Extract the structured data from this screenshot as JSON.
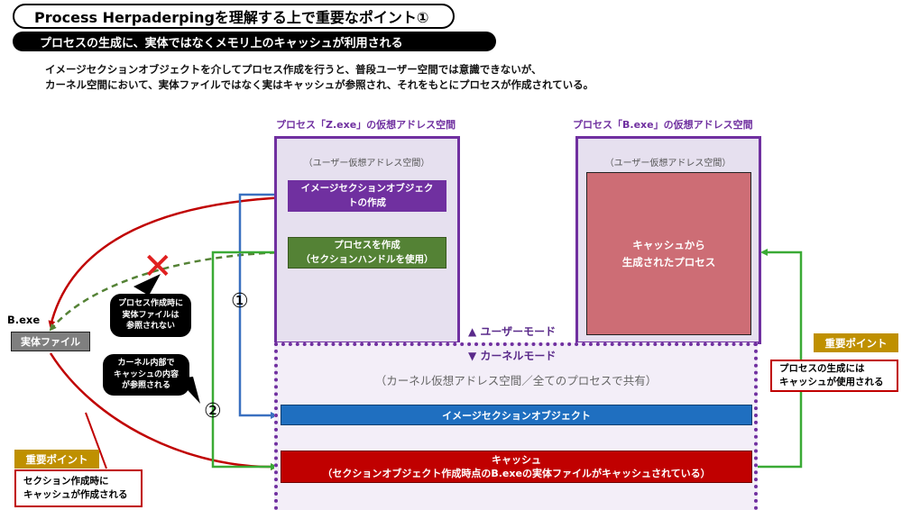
{
  "header": {
    "title": "Process Herpaderpingを理解する上で重要なポイント①",
    "subtitle": "プロセスの生成に、実体ではなくメモリ上のキャッシュが利用される"
  },
  "description": {
    "line1": "イメージセクションオブジェクトを介してプロセス作成を行うと、普段ユーザー空間では意識できないが、",
    "line2": "カーネル空間において、実体ファイルではなく実はキャッシュが参照され、それをもとにプロセスが作成されている。"
  },
  "z_space": {
    "title": "プロセス「Z.exe」の仮想アドレス空間",
    "user_label": "（ユーザー仮想アドレス空間）",
    "create_section_line1": "イメージセクションオブジェク",
    "create_section_line2": "トの作成",
    "create_process_line1": "プロセスを作成",
    "create_process_line2": "（セクションハンドルを使用）"
  },
  "b_space": {
    "title": "プロセス「B.exe」の仮想アドレス空間",
    "user_label": "（ユーザー仮想アドレス空間）",
    "process_line1": "キャッシュから",
    "process_line2": "生成されたプロセス"
  },
  "modes": {
    "user": "▲ ユーザーモード",
    "kernel": "▼ カーネルモード"
  },
  "kernel": {
    "label": "（カーネル仮想アドレス空間／全てのプロセスで共有）",
    "section_object": "イメージセクションオブジェクト",
    "cache_line1": "キャッシュ",
    "cache_line2": "（セクションオブジェクト作成時点のB.exeの実体ファイルがキャッシュされている）"
  },
  "file": {
    "name": "B.exe",
    "box": "実体ファイル"
  },
  "bubbles": {
    "not_referenced": [
      "プロセス作成時に",
      "実体ファイルは",
      "参照されない"
    ],
    "cache_referenced": [
      "カーネル内部で",
      "キャッシュの内容",
      "が参照される"
    ]
  },
  "markers": {
    "step1": "①",
    "step2": "②",
    "cross": "✕"
  },
  "points": {
    "left_tag": "重要ポイント",
    "left_line1": "セクション作成時に",
    "left_line2": "キャッシュが作成される",
    "right_tag": "重要ポイント",
    "right_line1": "プロセスの生成には",
    "right_line2": "キャッシュが使用される"
  },
  "colors": {
    "purple": "#7030a0",
    "green": "#548235",
    "blue": "#1f6fc0",
    "red": "#c00000",
    "gold": "#bf9000"
  }
}
